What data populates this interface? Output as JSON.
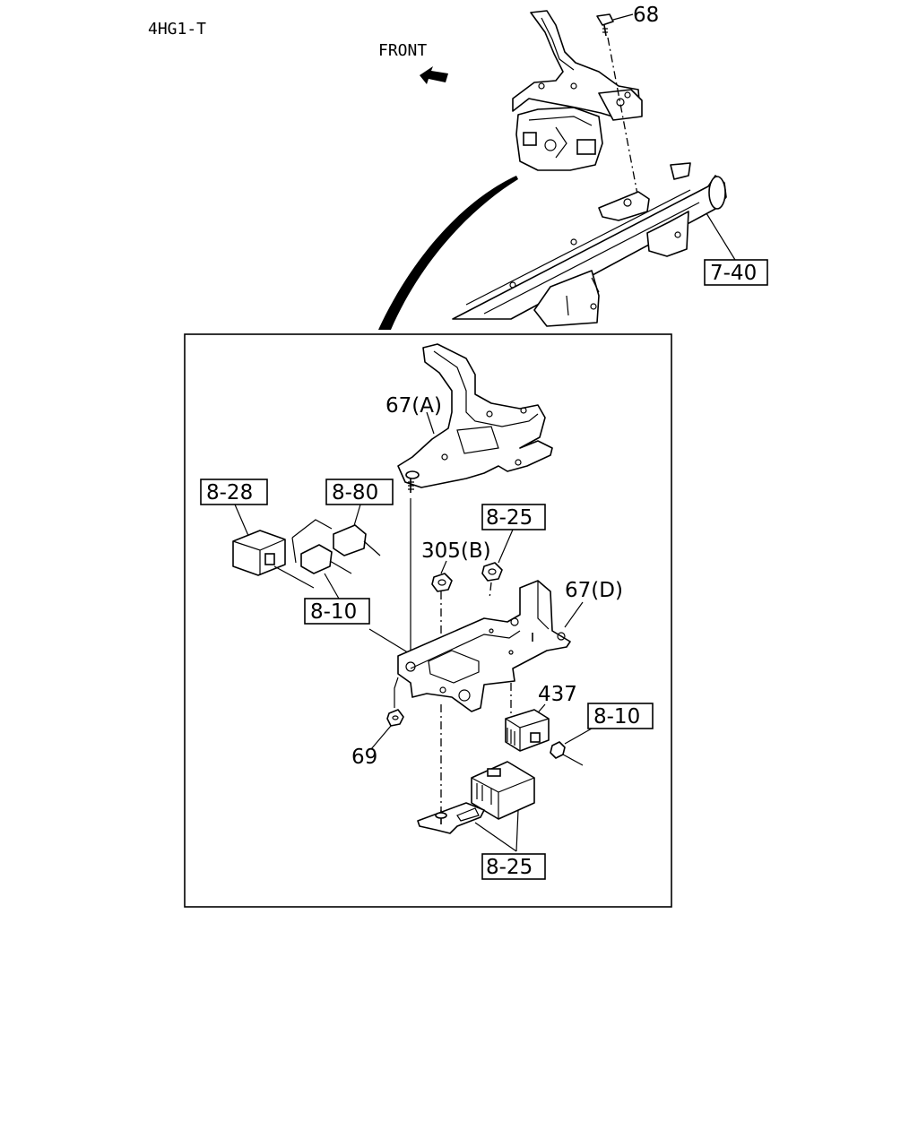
{
  "header": {
    "model_code": "4HG1-T",
    "direction": "FRONT"
  },
  "callouts": {
    "c68": "68",
    "c740": "7-40",
    "c67a": "67(A)",
    "c828": "8-28",
    "c880": "8-80",
    "c825_top": "8-25",
    "c305b": "305(B)",
    "c67d": "67(D)",
    "c810_left": "8-10",
    "c437": "437",
    "c810_right": "8-10",
    "c69": "69",
    "c825_bottom": "8-25"
  }
}
